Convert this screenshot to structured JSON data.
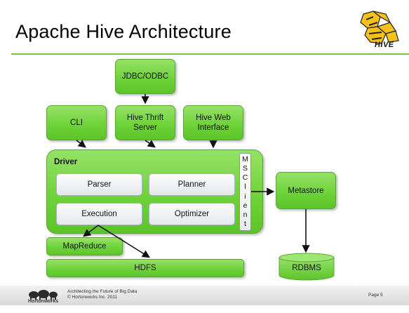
{
  "slide": {
    "title": "Apache Hive Architecture",
    "logo_text": "HIVE",
    "accent_color": "#7ac142",
    "box_color": "#6fd33a"
  },
  "diagram": {
    "jdbc": "JDBC/ODBC",
    "cli": "CLI",
    "thrift_line1": "Hive Thrift",
    "thrift_line2": "Server",
    "web_line1": "Hive Web",
    "web_line2": "Interface",
    "driver": "Driver",
    "parser": "Parser",
    "planner": "Planner",
    "execution": "Execution",
    "optimizer": "Optimizer",
    "msclient_letters": [
      "M",
      "S",
      "C",
      "l",
      "i",
      "e",
      "n",
      "t"
    ],
    "metastore": "Metastore",
    "mapreduce": "MapReduce",
    "hdfs": "HDFS",
    "rdbms": "RDBMS"
  },
  "footer": {
    "line1": "Architecting the Future of Big Data",
    "line2": "© Hortonworks Inc. 2011",
    "page": "Page 5",
    "company": "Hortonworks"
  }
}
